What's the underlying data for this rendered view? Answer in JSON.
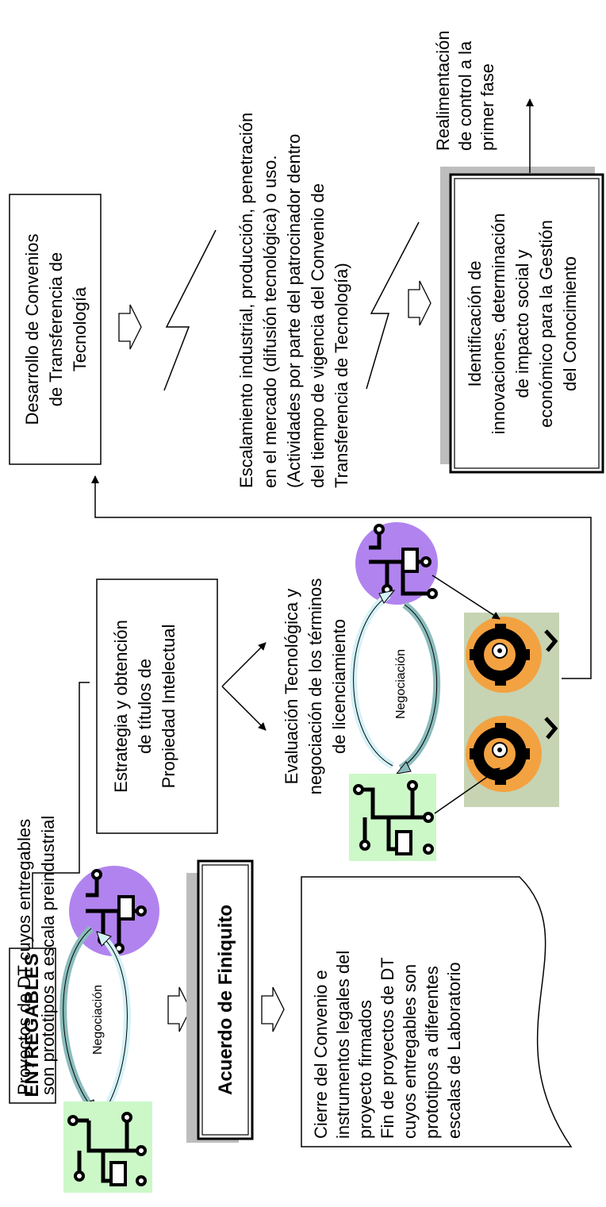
{
  "entregables": {
    "label": "ENTREGABLES"
  },
  "proyectos_dt": {
    "lines": [
      "Proyectos de DT cuyos entregables",
      "son prototipos a escala preindustrial"
    ]
  },
  "estrategia": {
    "lines": [
      "Estrategia y obtención",
      "de títulos de",
      "Propiedad Intelectual"
    ]
  },
  "evaluacion": {
    "lines": [
      "Evaluación Tecnológica y",
      "negociación de los términos",
      "de licenciamiento"
    ]
  },
  "desarrollo": {
    "lines": [
      "Desarrollo de Convenios",
      "de Transferencia de",
      "Tecnología"
    ]
  },
  "escalamiento": {
    "lines": [
      "Escalamiento industrial, producción, penetración",
      "en el mercado (difusión tecnológica) o uso.",
      "(Actividades   por parte del patrocinador dentro",
      "del   tiempo   de   vigencia   del   Convenio   de",
      "Transferencia de Tecnología)"
    ]
  },
  "identificacion": {
    "lines": [
      "Identificación de",
      "innovaciones,  determinación",
      "de impacto social y",
      "económico para la Gestión",
      "del Conocimiento"
    ]
  },
  "realimentacion": {
    "lines": [
      "Realimentación",
      "de control a la",
      "primer fase"
    ]
  },
  "acuerdo": {
    "label": "Acuerdo de Finiquito"
  },
  "cierre": {
    "lines": [
      "Cierre  del  Convenio  e",
      "instrumentos legales del",
      "proyecto firmados",
      "Fin de proyectos de DT",
      "cuyos  entregables  son",
      "prototipos  a  diferentes",
      "escalas de Laboratorio"
    ]
  },
  "negociacion_left": {
    "label": "Negociación"
  },
  "negociacion_right": {
    "label": "Negociación"
  },
  "colors": {
    "purple": "#b183ef",
    "green": "#ccf8c8",
    "orange": "#f3a241",
    "olive": "#c6d4b4",
    "teal": "#8bbcbc",
    "light_cyan": "#d4f2f8"
  }
}
